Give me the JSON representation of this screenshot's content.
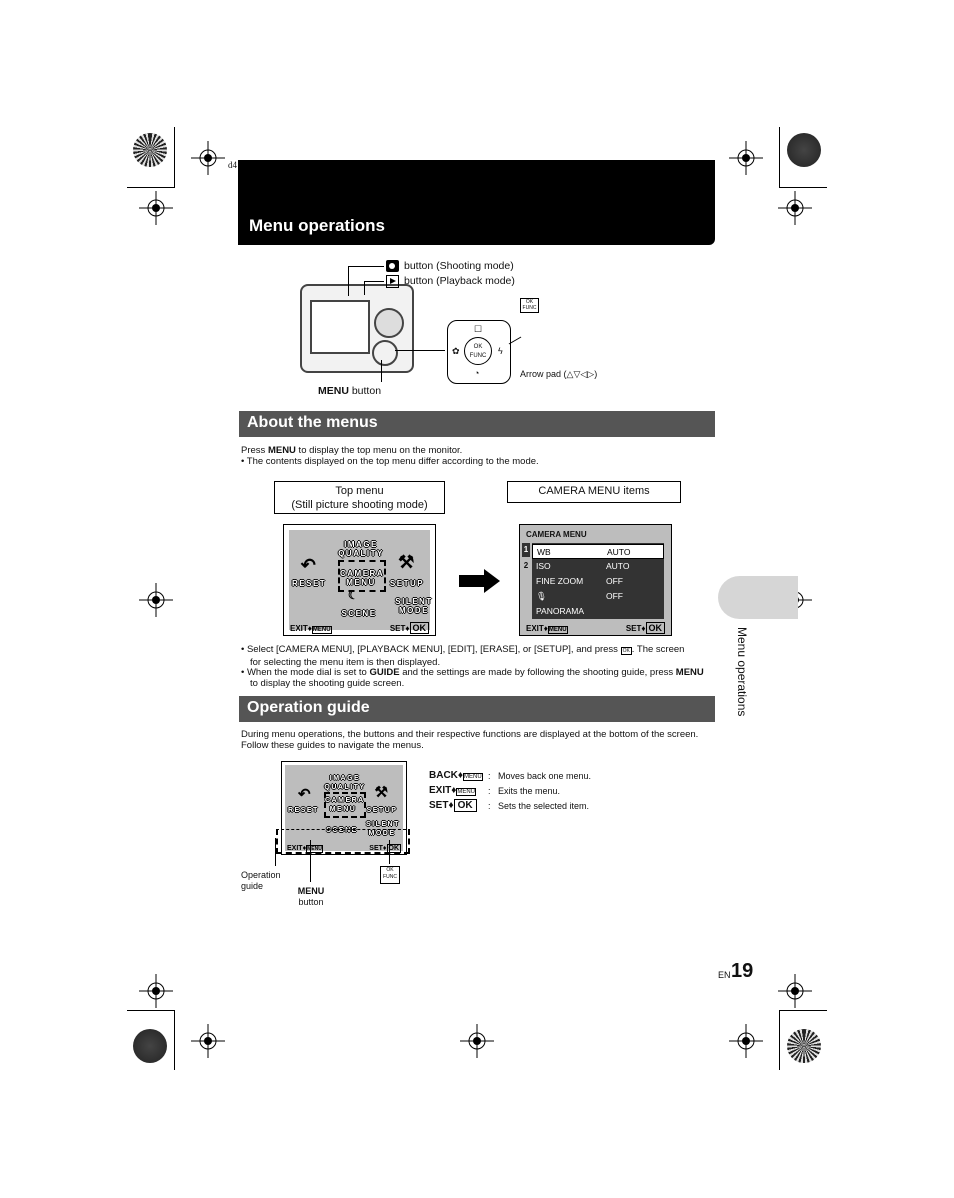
{
  "header": {
    "slug": "d4",
    "title": "Menu operations"
  },
  "camera_diagram": {
    "shooting_button": "button (Shooting mode)",
    "playback_button": "button (Playback mode)",
    "menu_button_bold": "MENU",
    "menu_button_rest": " button",
    "arrow_pad": "Arrow pad (",
    "arrow_pad_end": ")",
    "ok_label": "OK",
    "func_label": "FUNC"
  },
  "about": {
    "heading": "About the menus",
    "line1_pre": "Press ",
    "line1_bold": "MENU",
    "line1_post": " to display the top menu on the monitor.",
    "bullet1": "•  The contents displayed on the top menu differ according to the mode.",
    "box_top_menu_line1": "Top menu",
    "box_top_menu_line2": "(Still picture shooting mode)",
    "box_camera_menu": "CAMERA MENU items",
    "bullet2_pre": "•  Select [CAMERA MENU], [PLAYBACK MENU], [EDIT], [ERASE], or [SETUP], and press ",
    "bullet2_post": ". The screen",
    "bullet2_line2": "for selecting the menu item is then displayed.",
    "bullet3_pre": "•  When the mode dial is set to ",
    "bullet3_guide": "GUIDE",
    "bullet3_mid": " and the settings are made by following the shooting guide, press ",
    "bullet3_menu": "MENU",
    "bullet3_line2": "to display the shooting guide screen."
  },
  "top_menu_screen": {
    "image_quality": "IMAGE QUALITY",
    "reset": "RESET",
    "camera_menu": "CAMERA MENU",
    "setup": "SETUP",
    "scene": "SCENE",
    "silent_mode": "SILENT MODE",
    "exit": "EXIT",
    "set": "SET",
    "ok": "OK"
  },
  "camera_menu_screen": {
    "title": "CAMERA MENU",
    "tabs": [
      "1",
      "2"
    ],
    "rows": [
      {
        "key": "WB",
        "value": "AUTO"
      },
      {
        "key": "ISO",
        "value": "AUTO"
      },
      {
        "key": "FINE ZOOM",
        "value": "OFF"
      },
      {
        "key": "",
        "value": "OFF"
      },
      {
        "key": "PANORAMA",
        "value": ""
      }
    ],
    "exit": "EXIT",
    "set": "SET",
    "ok": "OK"
  },
  "operation": {
    "heading": "Operation guide",
    "line1": "During menu operations, the buttons and their respective functions are displayed at the bottom of the screen.",
    "line2": "Follow these guides to navigate the menus.",
    "back_label": "BACK",
    "back_desc": "Moves back one menu.",
    "exit_label": "EXIT",
    "exit_desc": "Exits the menu.",
    "set_label": "SET",
    "set_desc": "Sets the selected item.",
    "menu_key": "MENU",
    "ok_key": "OK",
    "operation_guide_line1": "Operation",
    "operation_guide_line2": "guide",
    "menu_button_bold": "MENU",
    "menu_button_line2": "button"
  },
  "side": {
    "label": "Menu operations"
  },
  "footer": {
    "lang": "EN",
    "page": "19"
  },
  "colors": {
    "title_bar": "#000000",
    "section_bar": "#555555",
    "side_tab": "#d6d6d6",
    "screen_gray": "#bdbdbd"
  }
}
